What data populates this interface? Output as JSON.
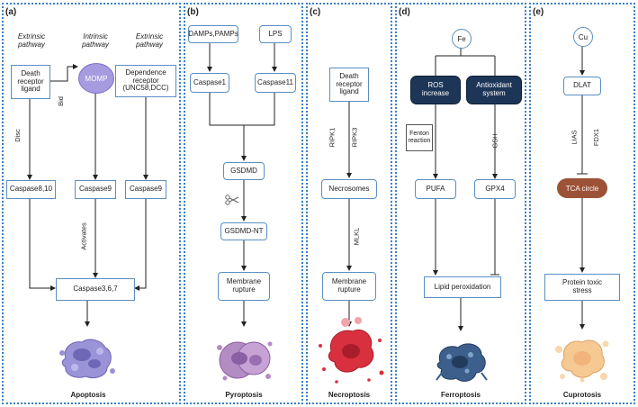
{
  "panels": {
    "a": {
      "label": "(a)",
      "extrinsic_left": "Extrinsic\npathway",
      "intrinsic": "Intrinsic\npathway",
      "extrinsic_right": "Extrinsic\npathway",
      "death_receptor": "Death\nreceptor\nligand",
      "momp": "MOMP",
      "dependence": "Dependence\nreceptor\n(UNC58,DCC)",
      "disc": "Disc",
      "bid": "Bid",
      "caspase810": "Caspase8,10",
      "caspase9_mid": "Caspase9",
      "caspase9_right": "Caspase9",
      "activates": "Activates",
      "caspase367": "Caspase3,6,7",
      "title": "Apoptosis"
    },
    "b": {
      "label": "(b)",
      "damps": "DAMPs,PAMPs",
      "lps": "LPS",
      "caspase1": "Caspase1",
      "caspase11": "Caspase11",
      "gsdmd": "GSDMD",
      "gsdmd_nt": "GSDMD-NT",
      "membrane": "Membrane\nrupture",
      "title": "Pyroptosis"
    },
    "c": {
      "label": "(c)",
      "death_receptor": "Death\nreceptor\nligand",
      "ripk1": "RIPK1",
      "ripk3": "RIPK3",
      "necrosomes": "Necrosomes",
      "mlkl": "MLKL",
      "membrane": "Membrane\nrupture",
      "title": "Necroptosis"
    },
    "d": {
      "label": "(d)",
      "fe": "Fe",
      "ros": "ROS\nincrease",
      "antioxidant": "Antioxidant\nsystem",
      "fenton": "Fenton\nreaction",
      "gsh": "GSH",
      "pufa": "PUFA",
      "gpx4": "GPX4",
      "lipid": "Lipid peroxidation",
      "title": "Ferroptosis"
    },
    "e": {
      "label": "(e)",
      "cu": "Cu",
      "dlat": "DLAT",
      "lias": "LIAS",
      "fdx1": "FDX1",
      "tca": "TCA circle",
      "protein": "Protein toxic\nstress",
      "title": "Cuprotosis"
    }
  },
  "colors": {
    "panel_border": "#3a7fc4",
    "box_border": "#5a8fc4",
    "dark_box": "#1d3557",
    "momp": "#a79be0",
    "tca": "#9c5236",
    "apoptosis_cell": "#9a93d8",
    "pyroptosis_cell": "#b48cc4",
    "necroptosis_cell": "#d9303f",
    "ferroptosis_cell": "#3d5f8c",
    "cuprotosis_cell": "#f6c993"
  },
  "icons": [
    "scissors-icon",
    "apoptotic-cell-icon",
    "pyroptotic-cell-icon",
    "necroptotic-cell-icon",
    "ferroptotic-cell-icon",
    "cuprotic-cell-icon"
  ]
}
